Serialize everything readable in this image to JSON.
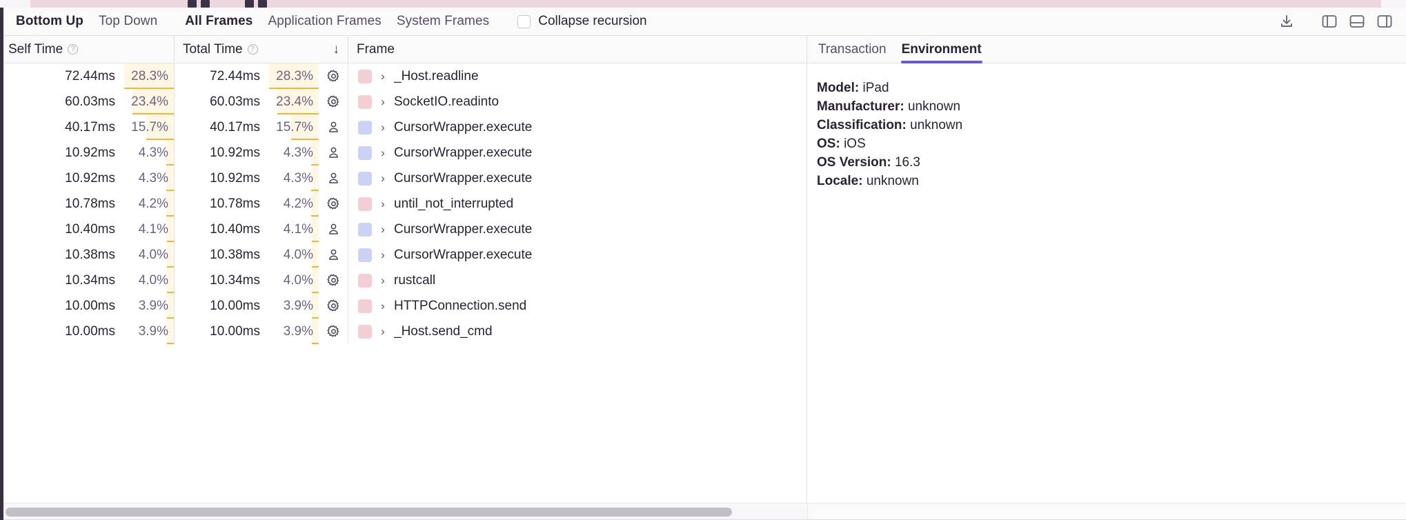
{
  "toolbar": {
    "view_tabs": [
      {
        "label": "Bottom Up",
        "active": true
      },
      {
        "label": "Top Down",
        "active": false
      }
    ],
    "frame_tabs": [
      {
        "label": "All Frames",
        "active": true
      },
      {
        "label": "Application Frames",
        "active": false
      },
      {
        "label": "System Frames",
        "active": false
      }
    ],
    "collapse_recursion_label": "Collapse recursion",
    "collapse_recursion_checked": false,
    "icons": [
      {
        "name": "download-icon"
      },
      {
        "name": "layout-left-panel-icon"
      },
      {
        "name": "layout-bottom-panel-icon"
      },
      {
        "name": "layout-right-panel-icon"
      }
    ]
  },
  "table": {
    "columns": {
      "self_time": "Self Time",
      "total_time": "Total Time",
      "frame": "Frame",
      "help_glyph": "?",
      "sort_glyph": "↓",
      "sorted_by": "total_time",
      "sort_direction": "desc"
    },
    "rows": [
      {
        "self_time": "72.44ms",
        "self_pct": "28.3%",
        "self_pct_value": 28.3,
        "total_time": "72.44ms",
        "total_pct": "28.3%",
        "total_pct_value": 28.3,
        "kind": "system",
        "kind_icon": "gear-icon",
        "swatch": "#f3cfd4",
        "chevron": "›",
        "frame": "_Host.readline"
      },
      {
        "self_time": "60.03ms",
        "self_pct": "23.4%",
        "self_pct_value": 23.4,
        "total_time": "60.03ms",
        "total_pct": "23.4%",
        "total_pct_value": 23.4,
        "kind": "system",
        "kind_icon": "gear-icon",
        "swatch": "#f3cfd4",
        "chevron": "›",
        "frame": "SocketIO.readinto"
      },
      {
        "self_time": "40.17ms",
        "self_pct": "15.7%",
        "self_pct_value": 15.7,
        "total_time": "40.17ms",
        "total_pct": "15.7%",
        "total_pct_value": 15.7,
        "kind": "application",
        "kind_icon": "person-icon",
        "swatch": "#ccd2f5",
        "chevron": "›",
        "frame": "CursorWrapper.execute"
      },
      {
        "self_time": "10.92ms",
        "self_pct": "4.3%",
        "self_pct_value": 4.3,
        "total_time": "10.92ms",
        "total_pct": "4.3%",
        "total_pct_value": 4.3,
        "kind": "application",
        "kind_icon": "person-icon",
        "swatch": "#ccd2f5",
        "chevron": "›",
        "frame": "CursorWrapper.execute"
      },
      {
        "self_time": "10.92ms",
        "self_pct": "4.3%",
        "self_pct_value": 4.3,
        "total_time": "10.92ms",
        "total_pct": "4.3%",
        "total_pct_value": 4.3,
        "kind": "application",
        "kind_icon": "person-icon",
        "swatch": "#ccd2f5",
        "chevron": "›",
        "frame": "CursorWrapper.execute"
      },
      {
        "self_time": "10.78ms",
        "self_pct": "4.2%",
        "self_pct_value": 4.2,
        "total_time": "10.78ms",
        "total_pct": "4.2%",
        "total_pct_value": 4.2,
        "kind": "system",
        "kind_icon": "gear-icon",
        "swatch": "#f3cfd4",
        "chevron": "›",
        "frame": "until_not_interrupted"
      },
      {
        "self_time": "10.40ms",
        "self_pct": "4.1%",
        "self_pct_value": 4.1,
        "total_time": "10.40ms",
        "total_pct": "4.1%",
        "total_pct_value": 4.1,
        "kind": "application",
        "kind_icon": "person-icon",
        "swatch": "#ccd2f5",
        "chevron": "›",
        "frame": "CursorWrapper.execute"
      },
      {
        "self_time": "10.38ms",
        "self_pct": "4.0%",
        "self_pct_value": 4.0,
        "total_time": "10.38ms",
        "total_pct": "4.0%",
        "total_pct_value": 4.0,
        "kind": "application",
        "kind_icon": "person-icon",
        "swatch": "#ccd2f5",
        "chevron": "›",
        "frame": "CursorWrapper.execute"
      },
      {
        "self_time": "10.34ms",
        "self_pct": "4.0%",
        "self_pct_value": 4.0,
        "total_time": "10.34ms",
        "total_pct": "4.0%",
        "total_pct_value": 4.0,
        "kind": "system",
        "kind_icon": "gear-icon",
        "swatch": "#f3cfd4",
        "chevron": "›",
        "frame": "rustcall"
      },
      {
        "self_time": "10.00ms",
        "self_pct": "3.9%",
        "self_pct_value": 3.9,
        "total_time": "10.00ms",
        "total_pct": "3.9%",
        "total_pct_value": 3.9,
        "kind": "system",
        "kind_icon": "gear-icon",
        "swatch": "#f3cfd4",
        "chevron": "›",
        "frame": "HTTPConnection.send"
      },
      {
        "self_time": "10.00ms",
        "self_pct": "3.9%",
        "self_pct_value": 3.9,
        "total_time": "10.00ms",
        "total_pct": "3.9%",
        "total_pct_value": 3.9,
        "kind": "system",
        "kind_icon": "gear-icon",
        "swatch": "#f3cfd4",
        "chevron": "›",
        "frame": "_Host.send_cmd"
      }
    ]
  },
  "details": {
    "tabs": [
      {
        "label": "Transaction",
        "active": false
      },
      {
        "label": "Environment",
        "active": true
      }
    ],
    "environment": [
      {
        "key": "Model:",
        "value": "iPad"
      },
      {
        "key": "Manufacturer:",
        "value": "unknown"
      },
      {
        "key": "Classification:",
        "value": "unknown"
      },
      {
        "key": "OS:",
        "value": "iOS"
      },
      {
        "key": "OS Version:",
        "value": "16.3"
      },
      {
        "key": "Locale:",
        "value": "unknown"
      }
    ]
  },
  "colors": {
    "accent": "#6e56cf",
    "pct_fill": "#fdf7e3",
    "pct_bar": "#e8b73d",
    "system_swatch": "#f3cfd4",
    "application_swatch": "#ccd2f5",
    "flame_strip": "#ecd7de"
  }
}
